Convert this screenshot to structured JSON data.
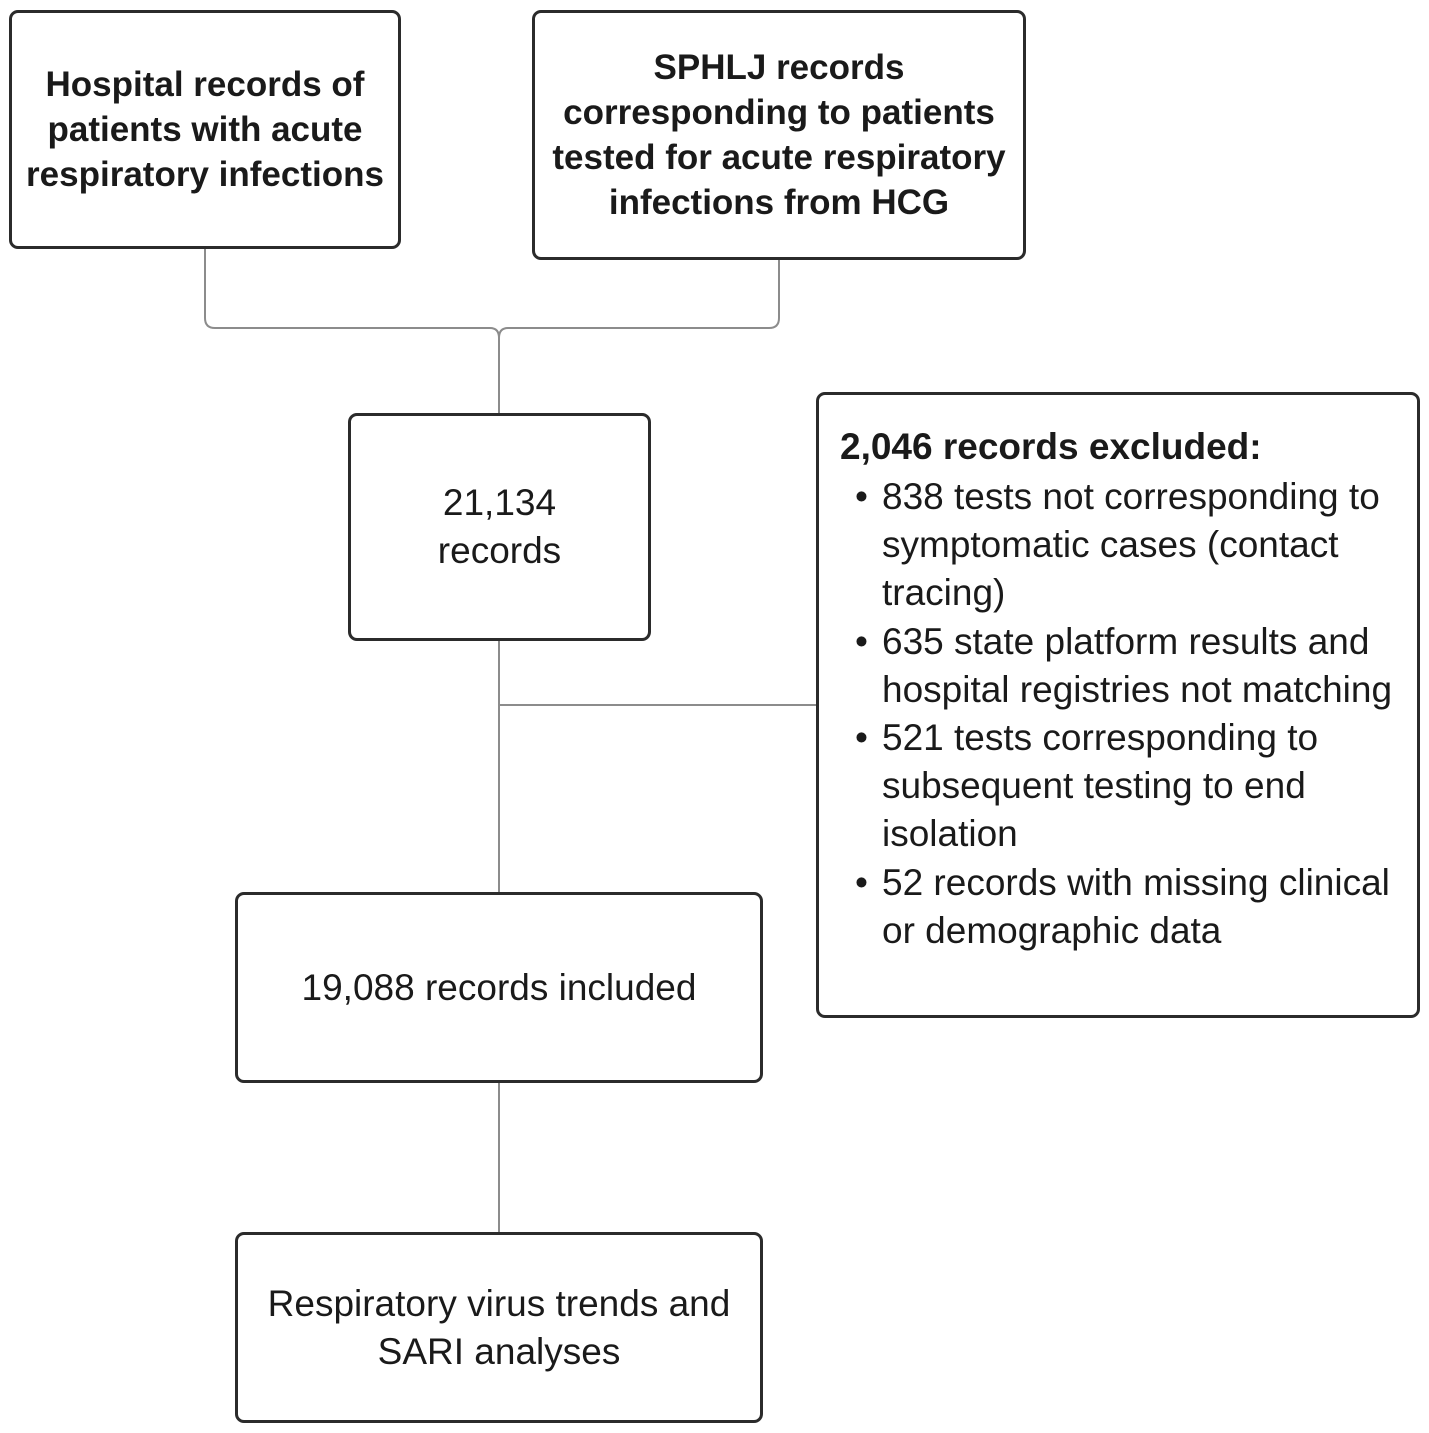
{
  "nodes": {
    "hospital_records": "Hospital records of patients with acute respiratory infections",
    "sphlj_records": "SPHLJ records corresponding to patients tested for acute respiratory infections from HCG",
    "records_total": "21,134 records",
    "records_included": "19,088 records included",
    "analyses": "Respiratory virus trends and SARI analyses"
  },
  "excluded": {
    "title": "2,046 records excluded:",
    "items": [
      "838 tests not corresponding to symptomatic cases (contact tracing)",
      "635 state platform results and hospital registries not matching",
      "521 tests corresponding to subsequent testing to end isolation",
      "52 records with missing clinical or demographic data"
    ]
  },
  "colors": {
    "border": "#2b2b2b",
    "connector": "#8c8c8c",
    "text": "#1a1a1a",
    "background": "#ffffff"
  }
}
